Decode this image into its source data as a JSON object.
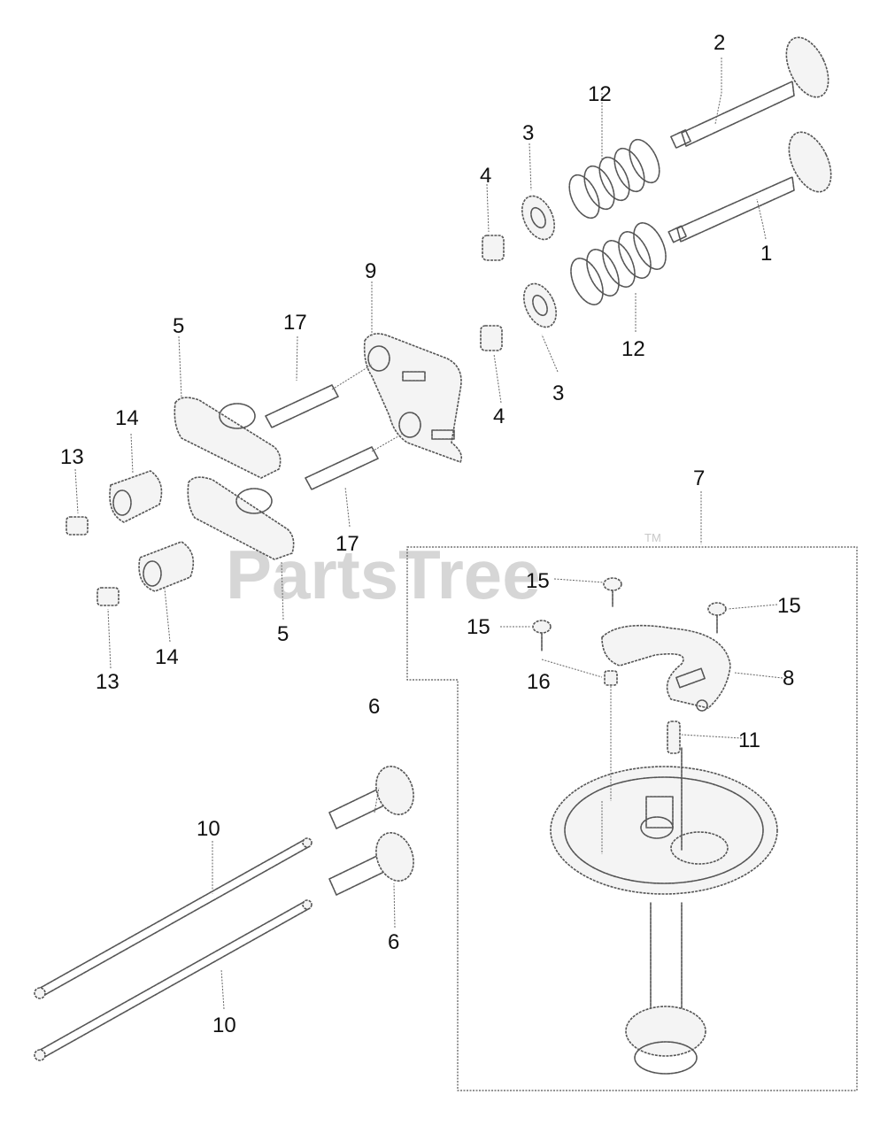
{
  "diagram": {
    "callouts": {
      "c1": "1",
      "c2": "2",
      "c3a": "3",
      "c3b": "3",
      "c4a": "4",
      "c4b": "4",
      "c5a": "5",
      "c5b": "5",
      "c6a": "6",
      "c6b": "6",
      "c7": "7",
      "c8": "8",
      "c9": "9",
      "c10a": "10",
      "c10b": "10",
      "c11": "11",
      "c12a": "12",
      "c12b": "12",
      "c13a": "13",
      "c13b": "13",
      "c14a": "14",
      "c14b": "14",
      "c15a": "15",
      "c15b": "15",
      "c15c": "15",
      "c16": "16",
      "c17a": "17",
      "c17b": "17"
    },
    "watermark": {
      "text": "PartsTree",
      "tm": "TM"
    }
  }
}
